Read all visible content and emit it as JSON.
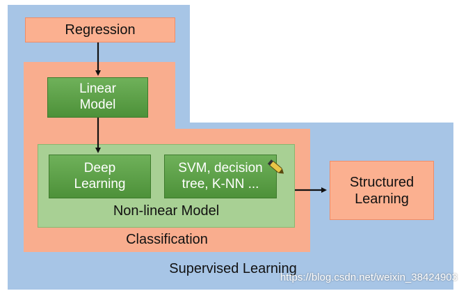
{
  "diagram": {
    "regression": "Regression",
    "linear_model": [
      "Linear",
      "Model"
    ],
    "deep_learning": [
      "Deep",
      "Learning"
    ],
    "svm_tree": [
      "SVM, decision",
      "tree, K-NN ..."
    ],
    "nonlinear_model": "Non-linear Model",
    "classification": "Classification",
    "supervised_learning": "Supervised Learning",
    "structured_learning": [
      "Structured",
      "Learning"
    ]
  },
  "watermark": "https://blog.csdn.net/weixin_38424903",
  "icons": {
    "cursor": "pen-cursor-icon"
  },
  "colors": {
    "blue": "#a7c5e6",
    "salmon": "#f9ad8e",
    "green": "#5a9e45",
    "light_green": "#a8d094"
  }
}
